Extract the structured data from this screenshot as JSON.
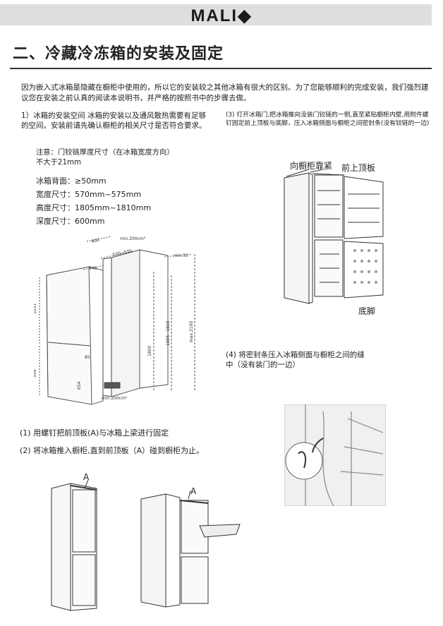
{
  "header": {
    "brand": "MALI",
    "brand_symbol": "◆"
  },
  "page_title": "二、冷藏冷冻箱的安装及固定",
  "intro": "因为嵌入式冰箱是隐藏在橱柜中使用的，所以它的安装较之其他冰箱有很大的区别。为了您能够顺利的完成安装，我们强烈建议您在安装之前认真的阅读本说明书，并严格的按照书中的步骤去做。",
  "section1": {
    "text": "1）冰箱的安装空间 冰箱的安装以及通风散热需要有足够的空间。安装前请先确认橱柜的相关尺寸是否符合要求。",
    "note_line1": "注意：门铰链厚度尺寸（在冰箱宽度方向）",
    "note_line2": "不大于21mm",
    "specs": [
      {
        "label": "冰箱背面：",
        "value": "≥50mm"
      },
      {
        "label": "宽度尺寸：",
        "value": "570mm~575mm"
      },
      {
        "label": "高度尺寸：",
        "value": "1805mm~1810mm"
      },
      {
        "label": "深度尺寸：",
        "value": "600mm"
      }
    ]
  },
  "diagram1": {
    "dims": [
      "600",
      "min.200cm²",
      "570~575",
      "min.50",
      "540",
      "1031",
      "85",
      "599",
      "654",
      "1800",
      "1805~1810",
      "max.2100",
      "min.200cm²"
    ]
  },
  "section3": {
    "text": "(3) 打开冰箱门,把冰箱推向没装门铰链的一侧,直至紧贴橱柜内壁,用附件螺钉固定前上顶板与底脚，压入冰箱侧面与橱柜之间密封条(没有铰链的一边)",
    "label_push": "向橱柜靠紧",
    "label_top": "前上顶板",
    "label_foot": "底脚"
  },
  "section4": {
    "text": "(4)  将密封条压入冰箱侧面与橱柜之间的缝中（没有装门的一边）"
  },
  "steps": {
    "step1": "(1) 用螺钉把前顶板(A)与冰箱上梁进行固定",
    "step2": "(2) 将冰箱推入橱柜,直到前顶板（A）碰到橱柜为止。",
    "label_a1": "A",
    "label_a2": "A"
  }
}
